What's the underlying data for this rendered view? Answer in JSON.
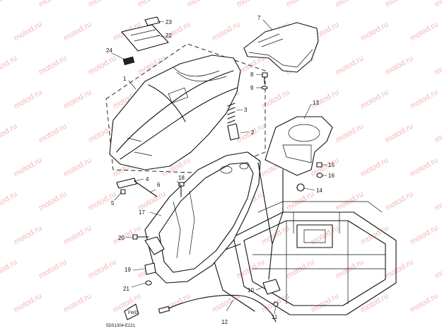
{
  "watermark": {
    "text": "motod.ru",
    "color": "#f1b8b8"
  },
  "diagram_code": "5DS1304-E221",
  "callouts": [
    {
      "id": "c1",
      "text": "1"
    },
    {
      "id": "c2",
      "text": "2"
    },
    {
      "id": "c3",
      "text": "3"
    },
    {
      "id": "c4",
      "text": "4"
    },
    {
      "id": "c5",
      "text": "5"
    },
    {
      "id": "c6",
      "text": "6"
    },
    {
      "id": "c7",
      "text": "7"
    },
    {
      "id": "c8",
      "text": "8"
    },
    {
      "id": "c9",
      "text": "9"
    },
    {
      "id": "c10",
      "text": "10"
    },
    {
      "id": "c11",
      "text": "11"
    },
    {
      "id": "c12",
      "text": "12"
    },
    {
      "id": "c13",
      "text": "13"
    },
    {
      "id": "c14",
      "text": "14"
    },
    {
      "id": "c15",
      "text": "15"
    },
    {
      "id": "c16",
      "text": "16"
    },
    {
      "id": "c17",
      "text": "17"
    },
    {
      "id": "c18",
      "text": "18"
    },
    {
      "id": "c19",
      "text": "19"
    },
    {
      "id": "c20",
      "text": "20"
    },
    {
      "id": "c21",
      "text": "21"
    },
    {
      "id": "c22",
      "text": "22"
    },
    {
      "id": "c23",
      "text": "23"
    },
    {
      "id": "c24",
      "text": "24"
    }
  ],
  "fwd_mark": "FWD"
}
